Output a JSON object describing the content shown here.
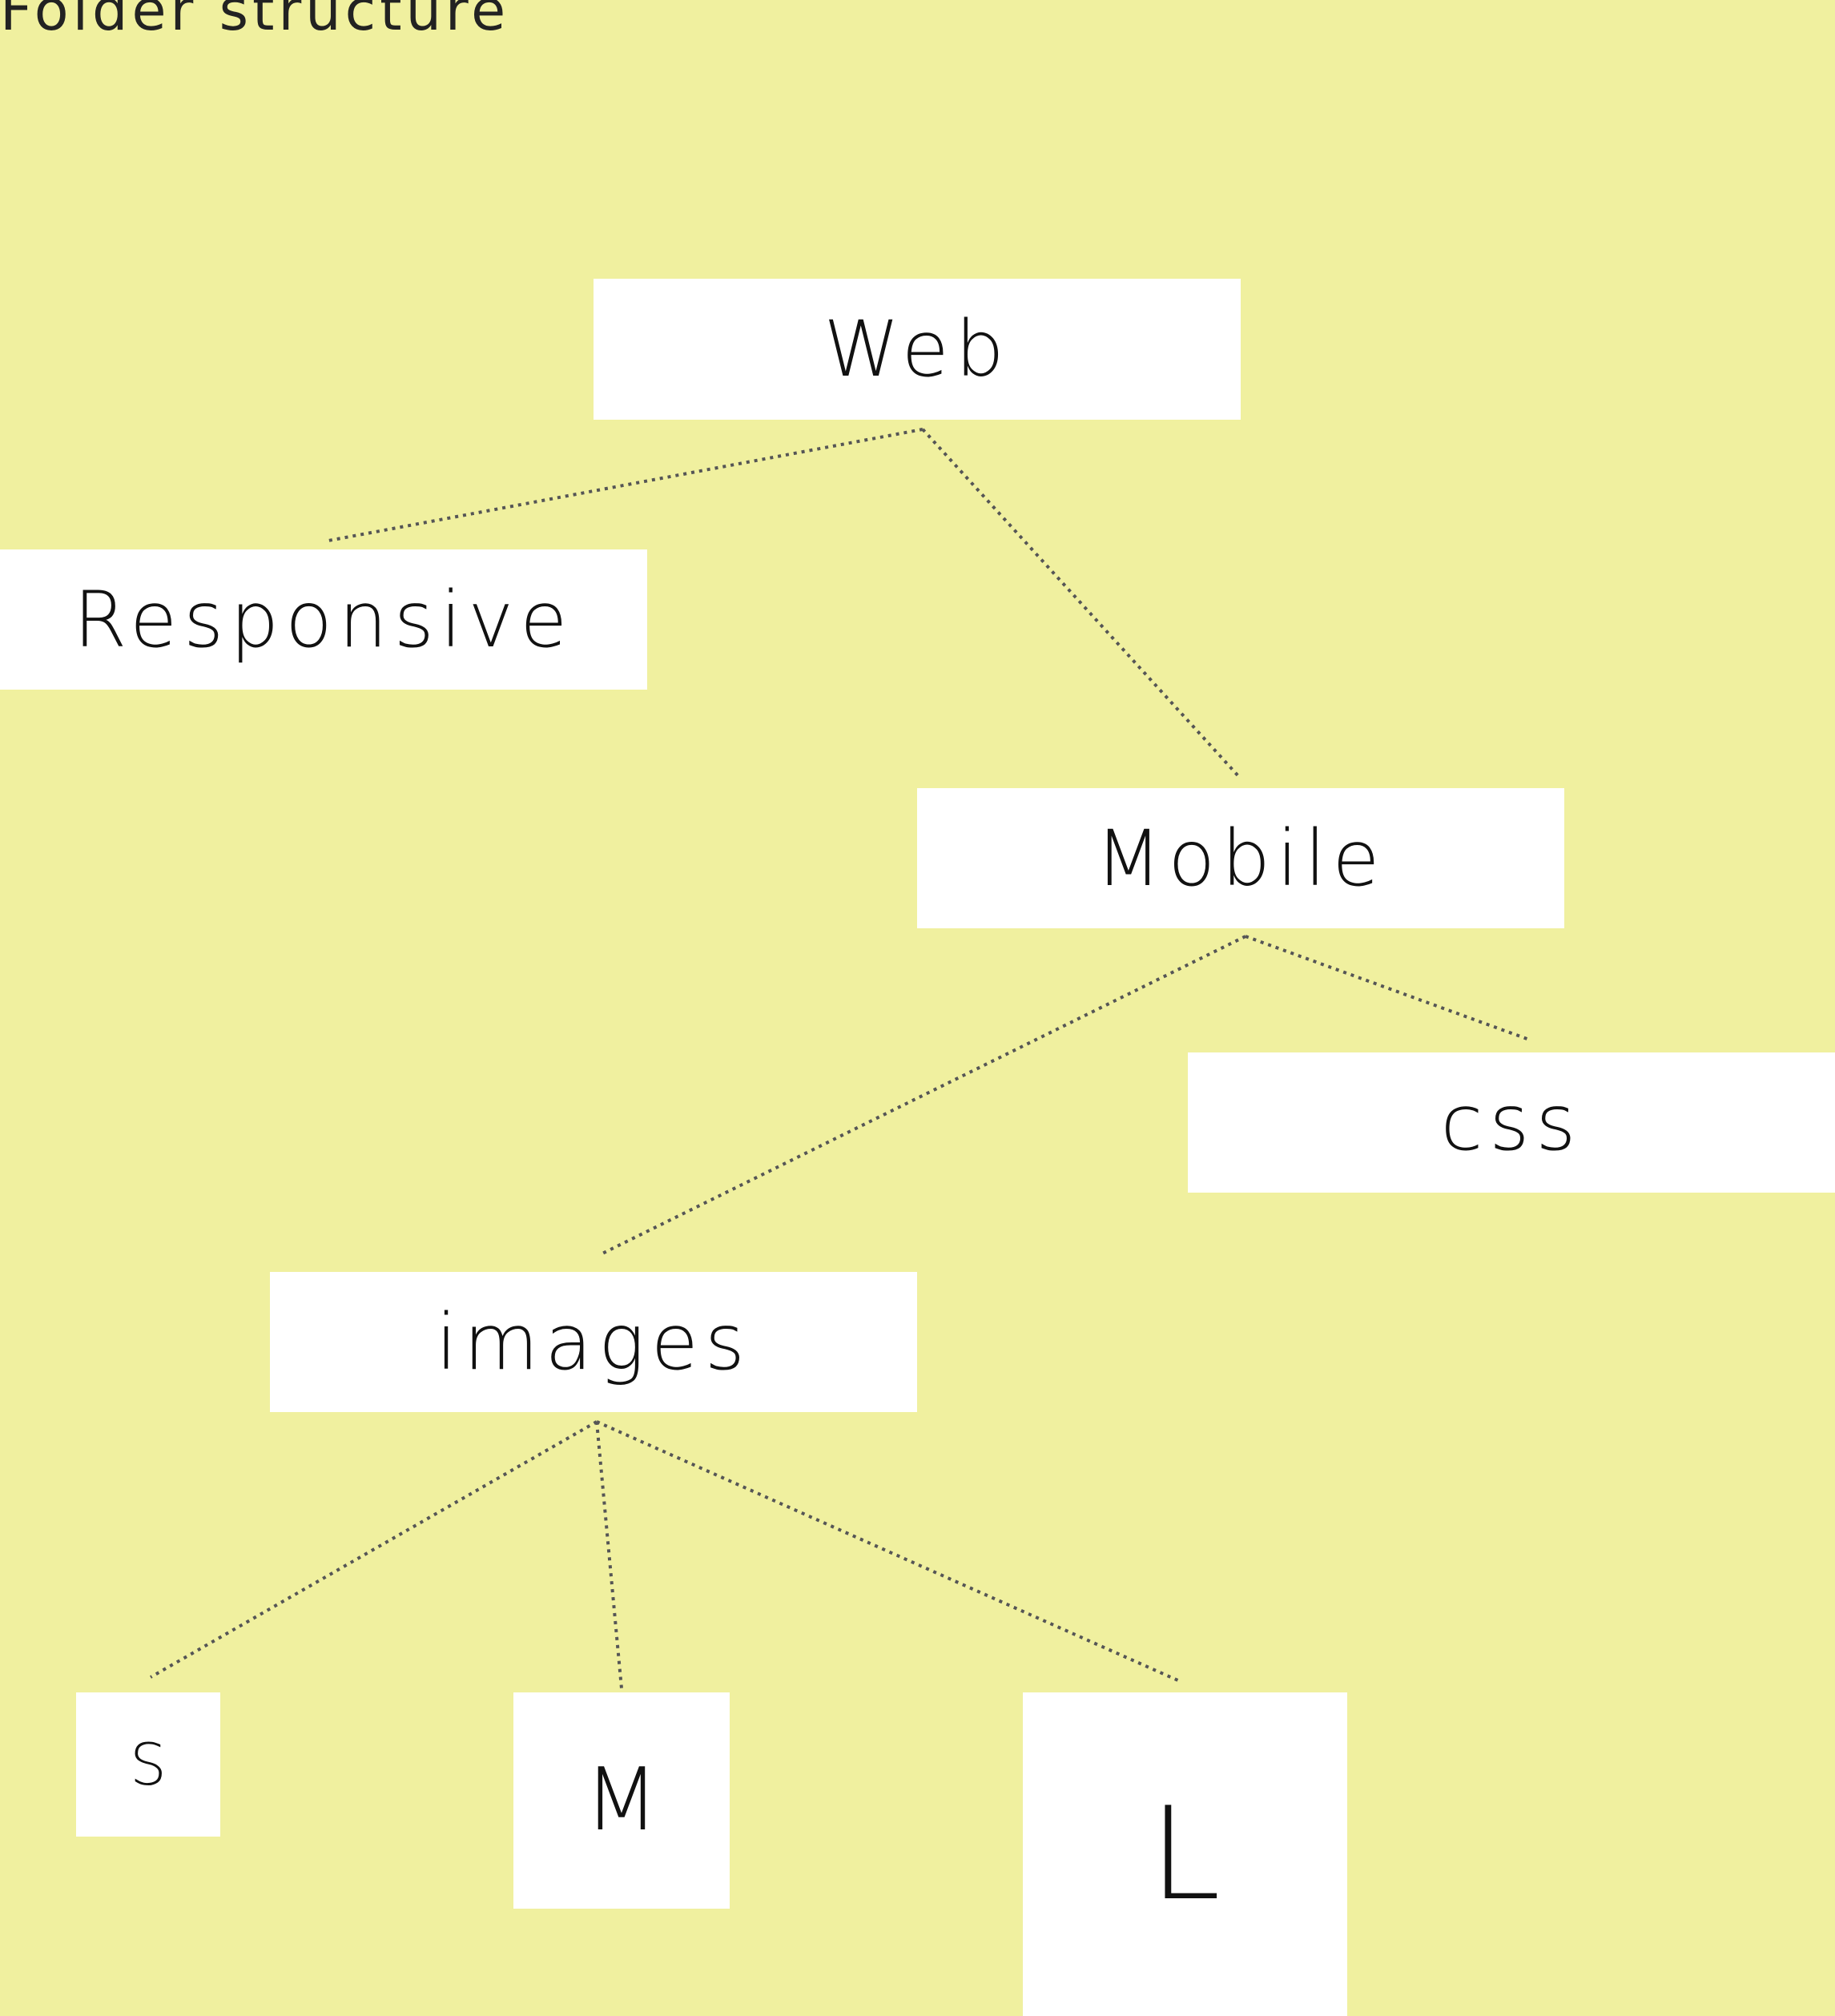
{
  "title": "Folder structure",
  "colors": {
    "background": "#f0f09f",
    "node_fill": "#ffffff",
    "connector": "#555555",
    "text": "#111111"
  },
  "nodes": {
    "web": "Web",
    "responsive": "Responsive",
    "mobile": "Mobile",
    "css": "css",
    "images": "images",
    "s": "S",
    "m": "M",
    "l": "L"
  },
  "edges": [
    {
      "from": "Web",
      "to": "Responsive"
    },
    {
      "from": "Web",
      "to": "Mobile"
    },
    {
      "from": "Mobile",
      "to": "images"
    },
    {
      "from": "Mobile",
      "to": "css"
    },
    {
      "from": "images",
      "to": "S"
    },
    {
      "from": "images",
      "to": "M"
    },
    {
      "from": "images",
      "to": "L"
    }
  ]
}
